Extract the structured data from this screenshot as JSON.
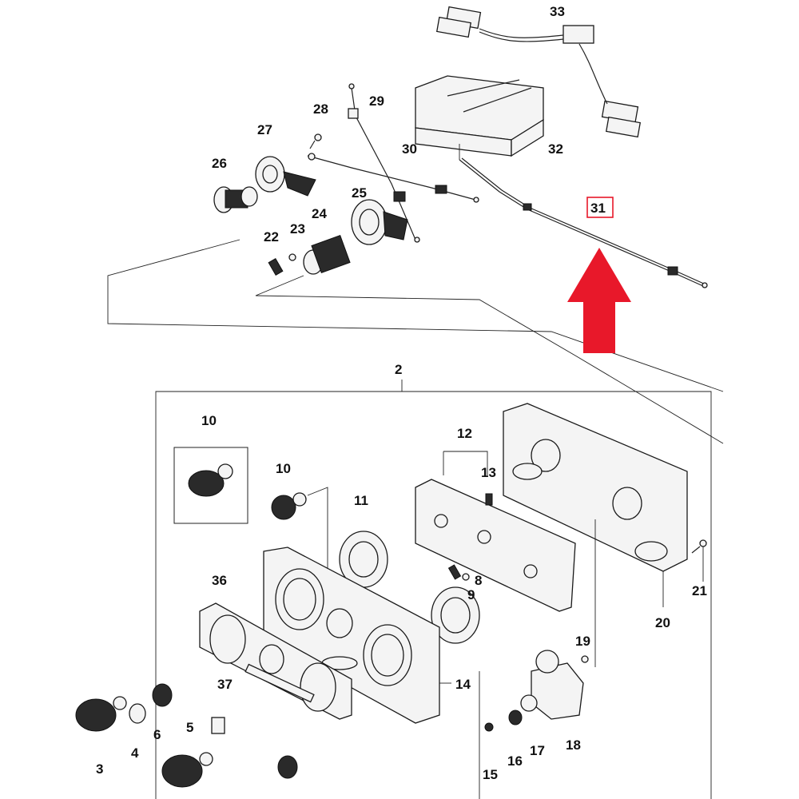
{
  "diagram": {
    "title": "Heater / A-C control panel exploded parts diagram",
    "highlight": {
      "part_number": "31",
      "box_color": "#e8182a",
      "arrow_color": "#e8182a",
      "arrow_direction": "up"
    },
    "callouts": [
      {
        "id": "2",
        "label": "2"
      },
      {
        "id": "3",
        "label": "3"
      },
      {
        "id": "4",
        "label": "4"
      },
      {
        "id": "5",
        "label": "5"
      },
      {
        "id": "6",
        "label": "6"
      },
      {
        "id": "8",
        "label": "8"
      },
      {
        "id": "9",
        "label": "9"
      },
      {
        "id": "10a",
        "label": "10"
      },
      {
        "id": "10b",
        "label": "10"
      },
      {
        "id": "11",
        "label": "11"
      },
      {
        "id": "12",
        "label": "12"
      },
      {
        "id": "13",
        "label": "13"
      },
      {
        "id": "14",
        "label": "14"
      },
      {
        "id": "15",
        "label": "15"
      },
      {
        "id": "16",
        "label": "16"
      },
      {
        "id": "17",
        "label": "17"
      },
      {
        "id": "18",
        "label": "18"
      },
      {
        "id": "19",
        "label": "19"
      },
      {
        "id": "20",
        "label": "20"
      },
      {
        "id": "21",
        "label": "21"
      },
      {
        "id": "22",
        "label": "22"
      },
      {
        "id": "23",
        "label": "23"
      },
      {
        "id": "24",
        "label": "24"
      },
      {
        "id": "25",
        "label": "25"
      },
      {
        "id": "26",
        "label": "26"
      },
      {
        "id": "27",
        "label": "27"
      },
      {
        "id": "28",
        "label": "28"
      },
      {
        "id": "29",
        "label": "29"
      },
      {
        "id": "30",
        "label": "30"
      },
      {
        "id": "31",
        "label": "31"
      },
      {
        "id": "32",
        "label": "32"
      },
      {
        "id": "33",
        "label": "33"
      },
      {
        "id": "36",
        "label": "36"
      },
      {
        "id": "37",
        "label": "37"
      }
    ]
  }
}
